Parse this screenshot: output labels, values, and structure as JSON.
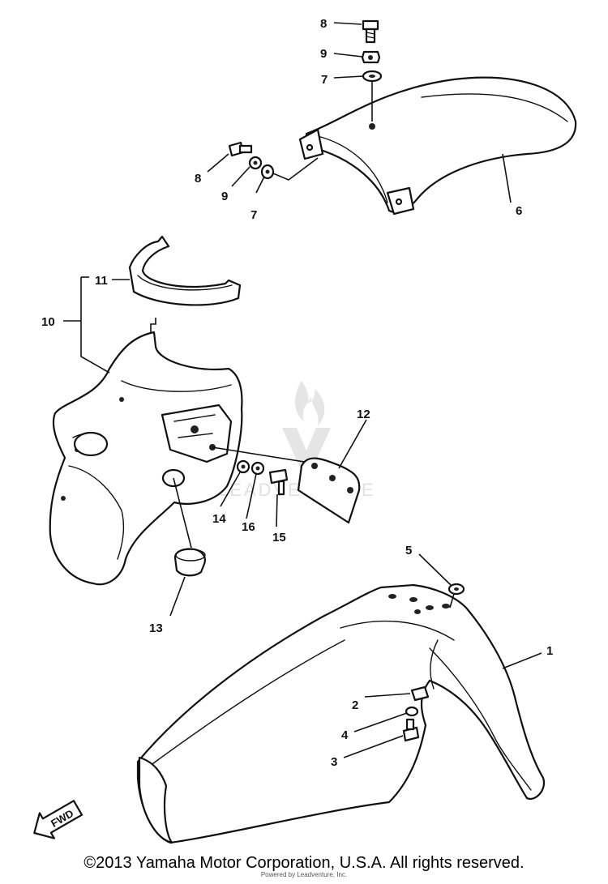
{
  "diagram": {
    "callouts": {
      "c1": "1",
      "c2": "2",
      "c3": "3",
      "c4": "4",
      "c5": "5",
      "c6": "6",
      "c7a": "7",
      "c7b": "7",
      "c8a": "8",
      "c8b": "8",
      "c9a": "9",
      "c9b": "9",
      "c10": "10",
      "c11": "11",
      "c12": "12",
      "c13": "13",
      "c14": "14",
      "c15": "15",
      "c16": "16"
    },
    "fwd_label": "FWD",
    "watermark_text": "LEADVENTURE"
  },
  "footer": {
    "copyright": "©2013 Yamaha Motor Corporation, U.S.A. All rights reserved.",
    "sub": "Powered by Leadventure, Inc."
  }
}
